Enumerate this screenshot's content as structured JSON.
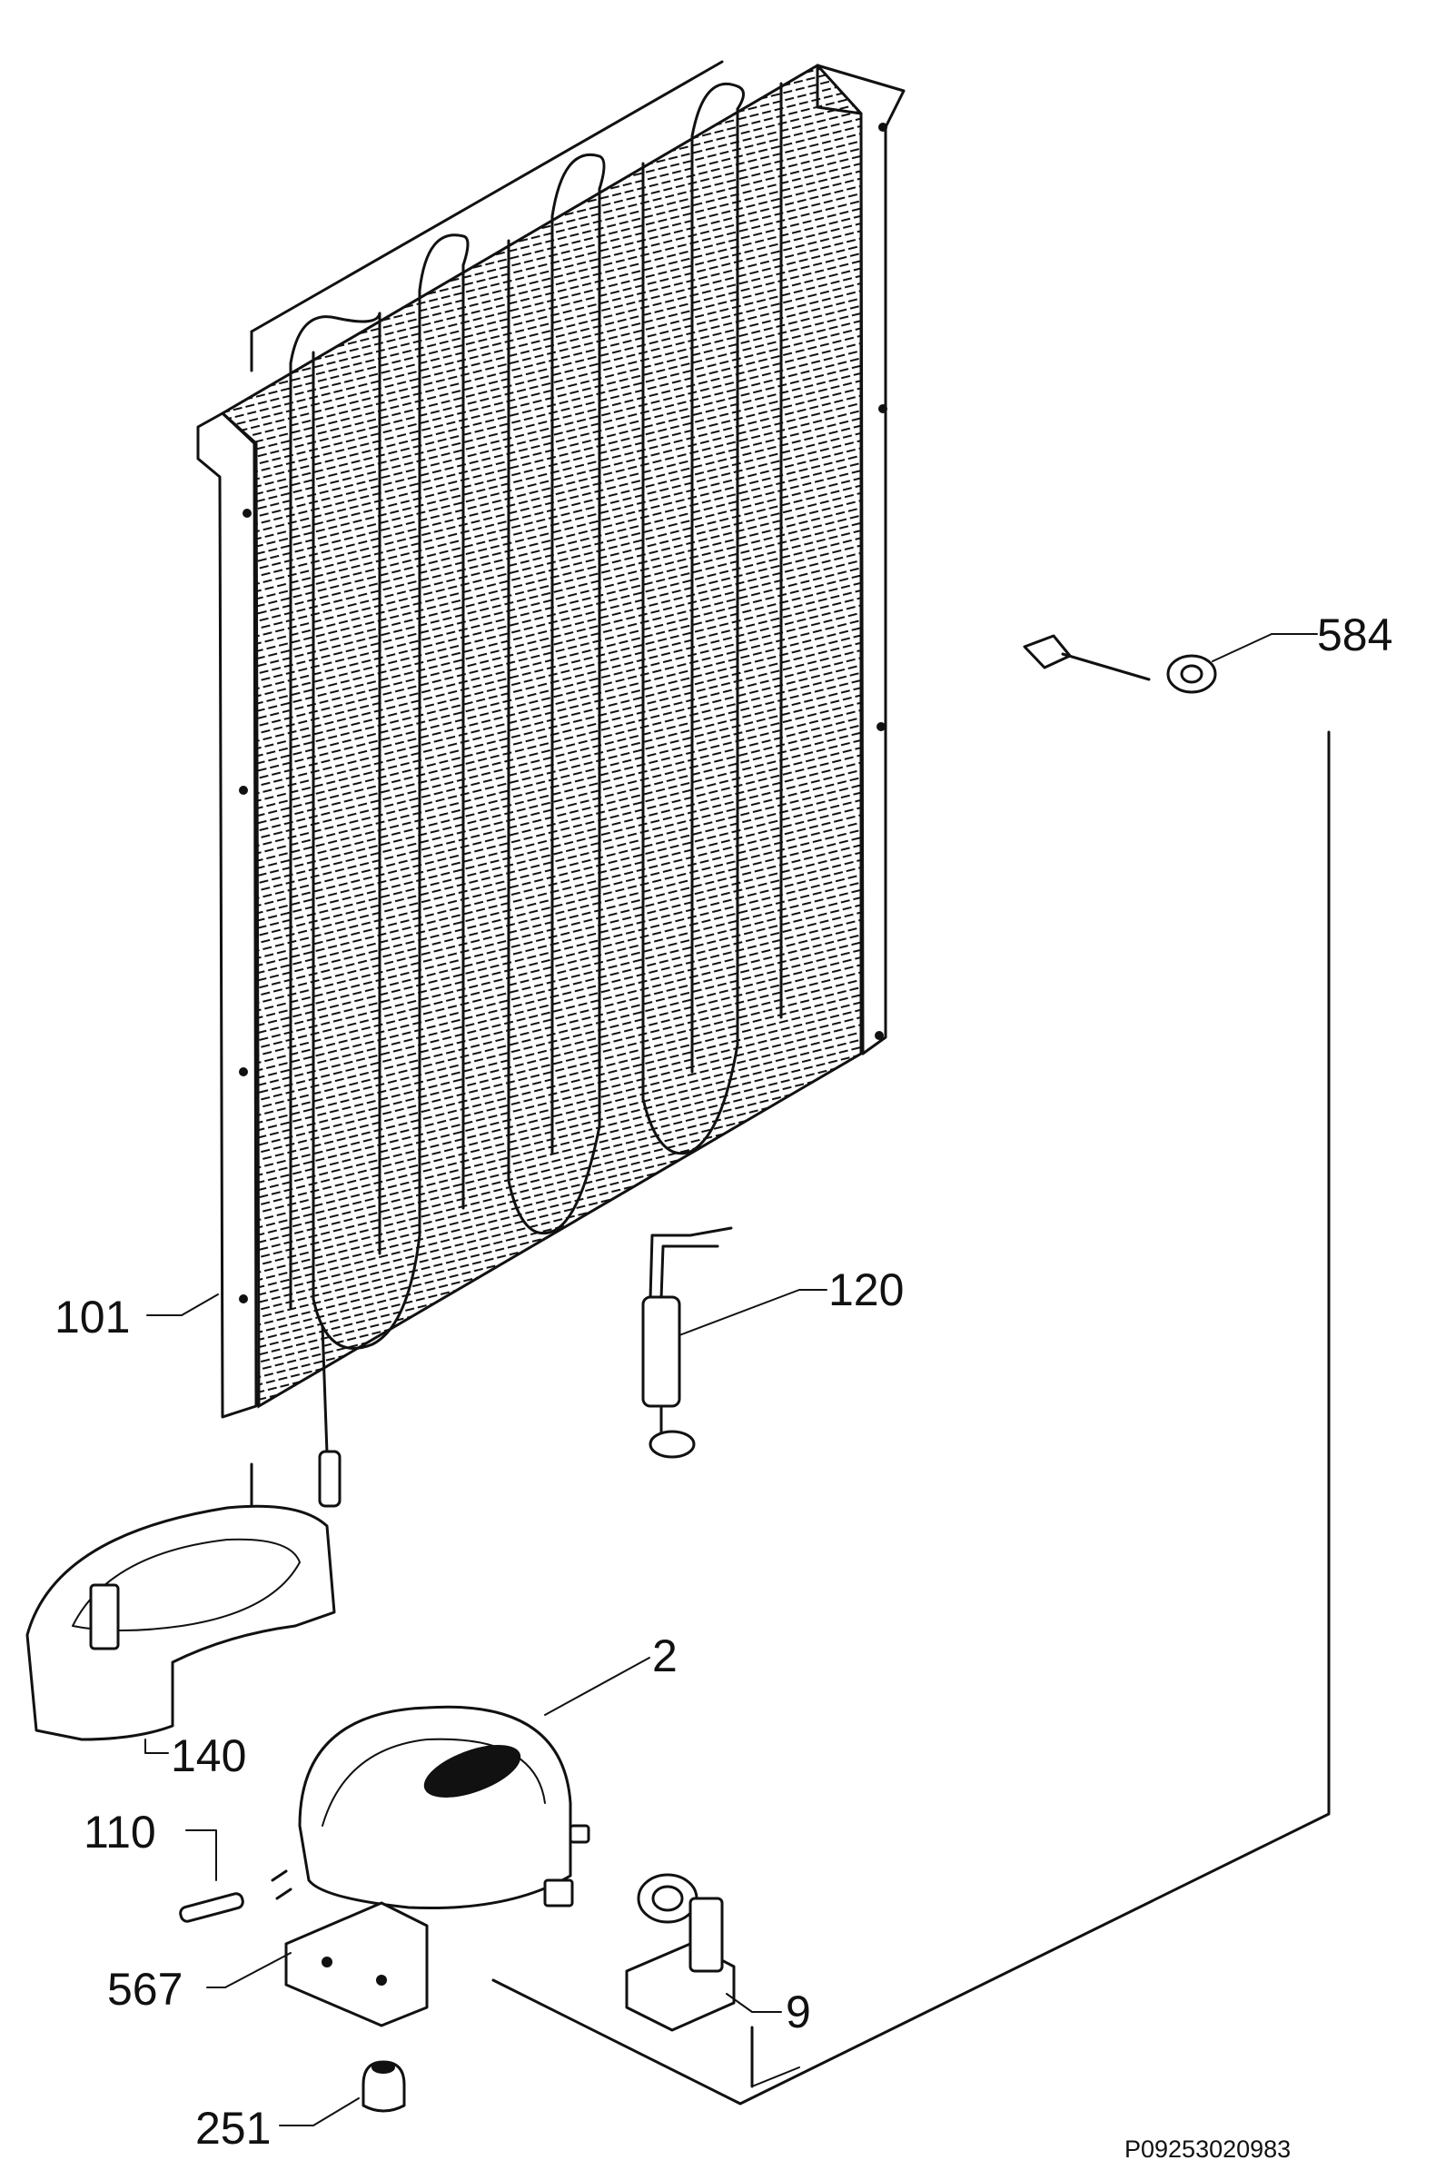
{
  "diagram": {
    "ink_color": "#111111",
    "background_color": "#ffffff",
    "callouts": [
      {
        "id": "584",
        "label": "584"
      },
      {
        "id": "120",
        "label": "120"
      },
      {
        "id": "101",
        "label": "101"
      },
      {
        "id": "2",
        "label": "2"
      },
      {
        "id": "140",
        "label": "140"
      },
      {
        "id": "110",
        "label": "110"
      },
      {
        "id": "567",
        "label": "567"
      },
      {
        "id": "9",
        "label": "9"
      },
      {
        "id": "251",
        "label": "251"
      }
    ],
    "document_reference": "P09253020983"
  }
}
